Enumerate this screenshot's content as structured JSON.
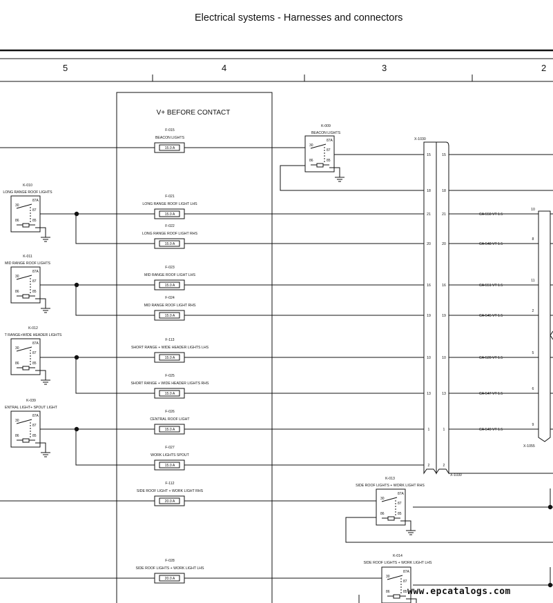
{
  "header": {
    "title": "Electrical systems - Harnesses and connectors"
  },
  "columns": [
    "5",
    "4",
    "3",
    "2"
  ],
  "panel": {
    "title": "V+ BEFORE CONTACT"
  },
  "fuses": [
    {
      "id": "F-015",
      "name": "BEACON LIGHTS",
      "rating": "15.0 A"
    },
    {
      "id": "F-021",
      "name": "LONG RANGE ROOF LIGHT LHS",
      "rating": "15.0 A"
    },
    {
      "id": "F-022",
      "name": "LONG RANGE ROOF LIGHT RHS",
      "rating": "15.0 A"
    },
    {
      "id": "F-023",
      "name": "MID RANGE ROOF LIGHT LHS",
      "rating": "15.0 A"
    },
    {
      "id": "F-024",
      "name": "MID RANGE ROOF LIGHT RHS",
      "rating": "15.0 A"
    },
    {
      "id": "F-113",
      "name": "SHORT RANGE + WIDE HEADER LIGHTS LHS",
      "rating": "15.0 A"
    },
    {
      "id": "F-025",
      "name": "SHORT RANGE + WIDE HEADER LIGHTS RHS",
      "rating": "15.0 A"
    },
    {
      "id": "F-026",
      "name": "CENTRAL ROOF LIGHT",
      "rating": "15.0 A"
    },
    {
      "id": "F-027",
      "name": "WORK LIGHTS SPOUT",
      "rating": "15.0 A"
    },
    {
      "id": "F-112",
      "name": "SIDE ROOF LIGHT + WORK LIGHT RHS",
      "rating": "20.0 A"
    },
    {
      "id": "F-028",
      "name": "SIDE ROOF LIGHTS + WORK LIGHT LHS",
      "rating": "20.0 A"
    }
  ],
  "relays": [
    {
      "id": "K-009",
      "name": "BEACON LIGHTS"
    },
    {
      "id": "K-010",
      "name": "LONG RANGE ROOF LIGHTS"
    },
    {
      "id": "K-011",
      "name": "MID RANGE ROOF LIGHTS"
    },
    {
      "id": "K-012",
      "name": "T RANGE+WIDE HEADER LIGHTS"
    },
    {
      "id": "K-039",
      "name": "ENTRAL LIGHT+ SPOUT LIGHT"
    },
    {
      "id": "K-013",
      "name": "SIDE ROOF LIGHTS + WORK LIGHT RHS"
    },
    {
      "id": "K-014",
      "name": "SIDE ROOF LIGHTS + WORK LIGHT LHS"
    }
  ],
  "relay_pins": [
    "30",
    "87A",
    "87",
    "86",
    "85"
  ],
  "connector": {
    "id": "X-1030",
    "pins": [
      "15",
      "18",
      "21",
      "20",
      "16",
      "19",
      "10",
      "13",
      "1",
      "2"
    ]
  },
  "wires": [
    {
      "label": "CA-550 VT 1.5",
      "pin": "10"
    },
    {
      "label": "CA-548 VT 1.5",
      "pin": "8"
    },
    {
      "label": "CA-551 VT 1.5",
      "pin": "11"
    },
    {
      "label": "CA-545 VT 1.5",
      "pin": "2"
    },
    {
      "label": "CA-520 VT 1.5",
      "pin": "5"
    },
    {
      "label": "CA-547 VT 1.5",
      "pin": "6"
    },
    {
      "label": "CA-549 VT 1.5",
      "pin": "9"
    }
  ],
  "connector2": {
    "id": "X-1055"
  },
  "watermark": "www.epcatalogs.com"
}
